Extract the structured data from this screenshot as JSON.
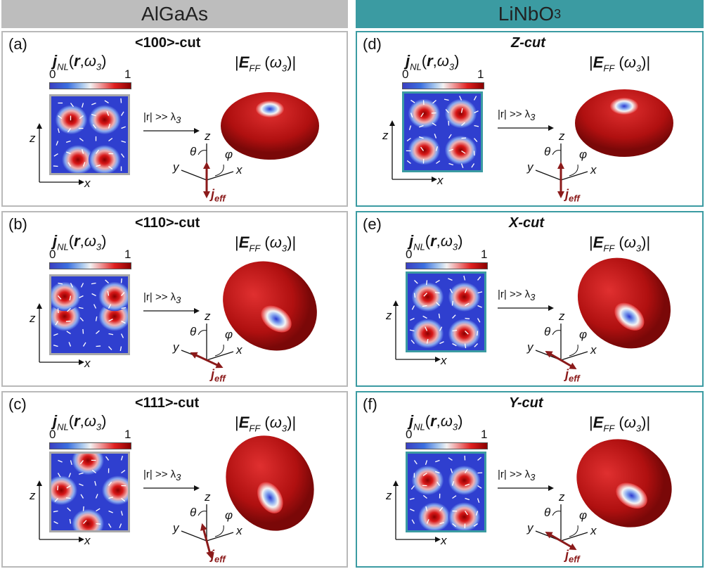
{
  "headers": {
    "left": "AlGaAs",
    "right_main": "LiNbO",
    "right_sub": "3"
  },
  "common": {
    "cb_min": "0",
    "cb_max": "1",
    "arrow_text": "|r| >> λ",
    "arrow_sub": "3",
    "x": "x",
    "y": "y",
    "z": "z",
    "theta": "θ",
    "phi": "φ",
    "jeff": "j",
    "jeff_sub": "eff"
  },
  "panels": [
    {
      "label": "(a)",
      "cut": "<100>-cut"
    },
    {
      "label": "(b)",
      "cut": "<110>-cut"
    },
    {
      "label": "(c)",
      "cut": "<111>-cut"
    },
    {
      "label": "(d)",
      "cut": "Z-cut"
    },
    {
      "label": "(e)",
      "cut": "X-cut"
    },
    {
      "label": "(f)",
      "cut": "Y-cut"
    }
  ],
  "colors": {
    "grey_header": "#bdbdbd",
    "teal_header": "#3b9ba2",
    "field_red": "#c0161b",
    "jeff_arrow": "#8b1a1a"
  }
}
